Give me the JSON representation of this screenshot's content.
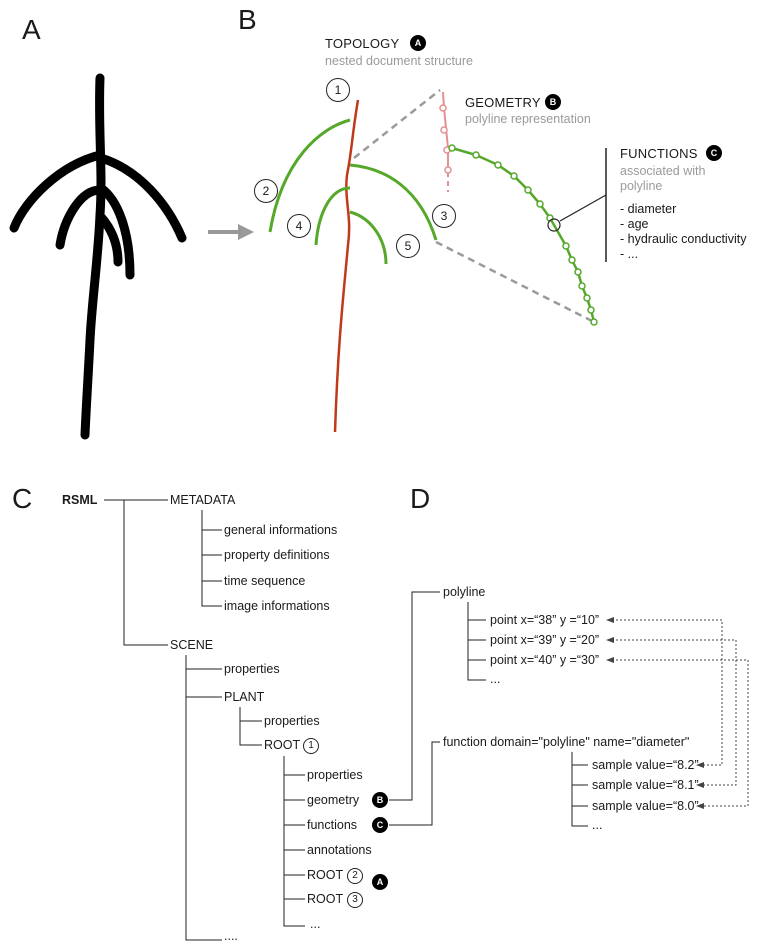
{
  "panels": {
    "a": "A",
    "b": "B",
    "c": "C",
    "d": "D"
  },
  "topology": {
    "title": "TOPOLOGY",
    "subtitle": "nested document structure"
  },
  "geometry": {
    "title": "GEOMETRY",
    "subtitle": "polyline representation"
  },
  "functions": {
    "title": "FUNCTIONS",
    "subtitle_lines": [
      "associated with",
      "polyline"
    ],
    "items": [
      "- diameter",
      "- age",
      "- hydraulic conductivity",
      "- ..."
    ]
  },
  "badges": {
    "a": "A",
    "b": "B",
    "c": "C"
  },
  "root_numbers": [
    "1",
    "2",
    "3",
    "4",
    "5"
  ],
  "tree_c": {
    "root": "RSML",
    "metadata": "METADATA",
    "metadata_items": [
      "general informations",
      "property definitions",
      "time sequence",
      "image informations"
    ],
    "scene": "SCENE",
    "scene_properties": "properties",
    "plant": "PLANT",
    "plant_properties": "properties",
    "root_label": "ROOT",
    "root_children": [
      "properties",
      "geometry",
      "functions",
      "annotations"
    ],
    "child_root": "ROOT",
    "more": "...",
    "scene_more": "...."
  },
  "tree_d": {
    "polyline": "polyline",
    "points": [
      "point x=“38” y =“10”",
      "point x=“39” y =“20”",
      "point x=“40” y =“30”"
    ],
    "points_more": "...",
    "function": "function domain=\"polyline\" name=\"diameter\"",
    "samples": [
      "sample value=“8.2”",
      "sample value=“8.1”",
      "sample value=“8.0”"
    ],
    "samples_more": "..."
  },
  "colors": {
    "primary_root": "#c0391b",
    "lateral_root": "#55a82a",
    "geometry_pink": "#e59090",
    "dashed_gray": "#9a9a9a",
    "arrow_gray": "#999999"
  }
}
